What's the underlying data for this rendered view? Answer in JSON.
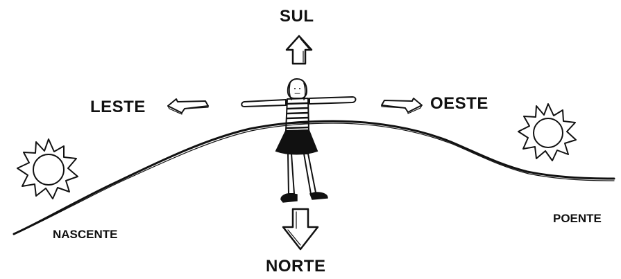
{
  "labels": {
    "sul": "SUL",
    "norte": "NORTE",
    "leste": "LESTE",
    "oeste": "OESTE",
    "nascente": "NASCENTE",
    "poente": "POENTE"
  },
  "icons": {
    "sun": "sun-icon",
    "arrow": "arrow-icon",
    "figure": "person-figure"
  },
  "colors": {
    "ink": "#111111",
    "background": "#ffffff"
  }
}
